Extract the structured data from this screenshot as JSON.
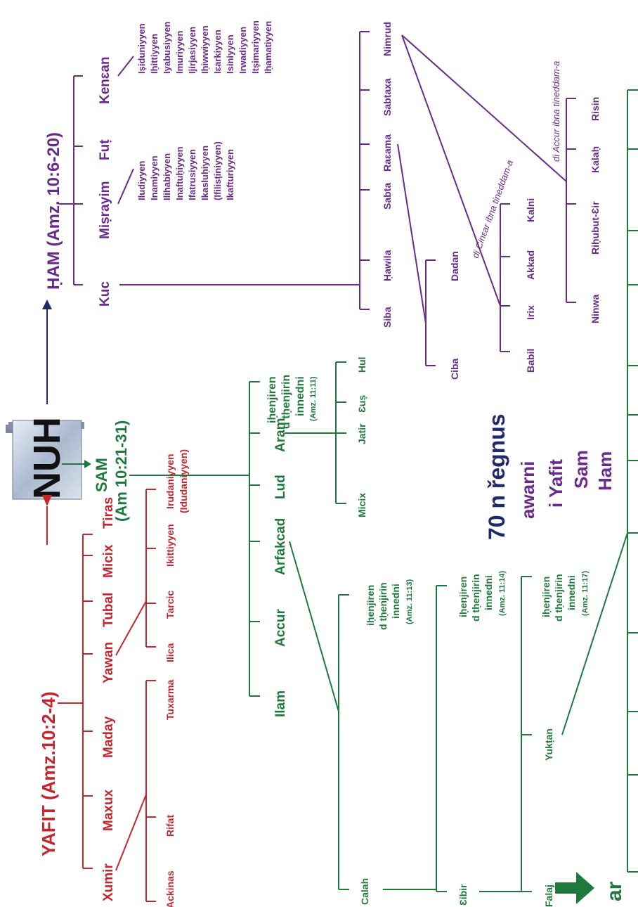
{
  "nuh": "NUH",
  "yafit": {
    "title": "YAFIT (Amz.10:2-4)",
    "sons": [
      "Xumir",
      "Maxux",
      "Maday",
      "Yawan",
      "Tubal",
      "Micix",
      "Tiras"
    ],
    "xumir_sons": [
      "Ackinas",
      "Rifat",
      "Tuxarma"
    ],
    "yawan_sons": [
      "Ilica",
      "Tarcic",
      "Ikittiyyen",
      "Irudaniyyen",
      "(Idudaniyyen)"
    ]
  },
  "sam": {
    "title": "SAM",
    "ref": "(Am 10:21-31)",
    "sons": [
      "Ilam",
      "Accur",
      "Arfakcad",
      "Lud",
      "Aram"
    ],
    "other_note": [
      "iḥenjiren",
      "d tḥenjirin",
      "innedni",
      "(Amz. 11:11)"
    ],
    "aram_sons": [
      "Micix",
      "Jatir",
      "Ɛuṣ",
      "Hul"
    ],
    "line": [
      "Calah",
      "Ɛibir",
      "Falaj",
      "Yukṭan"
    ],
    "note_1113": [
      "iḥenjiren",
      "d tḥenjirin",
      "innedni",
      "(Amz. 11:13)"
    ],
    "note_1114": [
      "iḥenjiren",
      "d tḥenjirin",
      "innedni",
      "(Amz. 11:14)"
    ],
    "note_1117": [
      "iḥenjiren",
      "d tḥenjirin",
      "innedni",
      "(Amz. 11:17)"
    ],
    "ar": "ar"
  },
  "ham": {
    "title": "ḤAM (Amz. 10:6-20)",
    "sons": [
      "Kuc",
      "Miṣrayim",
      "Fuṭ",
      "Kenɛan"
    ],
    "misrayim_sons": [
      "Iludiyyen",
      "Inamiyyen",
      "Ilihabiyyen",
      "Inaftuḥiyyen",
      "Ifatrusiyyen",
      "Ikasluḥiyyen",
      "(Ifilisṭiniyyen)",
      "Ikafturiyyen"
    ],
    "kenean_sons": [
      "Iṣiduniyyen",
      "Iḥittiyyen",
      "Iyabusiyyen",
      "Imuriyyen",
      "Ijirjasiyyen",
      "Iḥiwwiyyen",
      "Iɛarkiyyen",
      "Isiniyyen",
      "Irwadiyyen",
      "Itṣimariyyen",
      "Iḥamatiyyen"
    ],
    "kuc_sons": [
      "Siba",
      "Ḥawila",
      "Sabta",
      "Raɛama",
      "Sabtaxa",
      "Nimrud"
    ],
    "raama_sons": [
      "Ciba",
      "Dadan"
    ],
    "nimrud_cinear_note": "di Cinɛar ibna tineddam-a",
    "nimrud_cities": [
      "Babil",
      "Irix",
      "Akkad",
      "Kalni"
    ],
    "accur_note": "di Accur ibna tineddam-a",
    "accur_cities": [
      "Ninwa",
      "Riḥubut-Ɛir",
      "Kalaḥ",
      "Risin"
    ]
  },
  "summary": [
    "70 n řegnus",
    "awarni",
    "i Yafit",
    "Sam",
    "Ham"
  ],
  "colors": {
    "yafit": "#c4262e",
    "sam": "#1e7a3c",
    "ham": "#6a2a8c",
    "navy": "#1f2a6b"
  }
}
